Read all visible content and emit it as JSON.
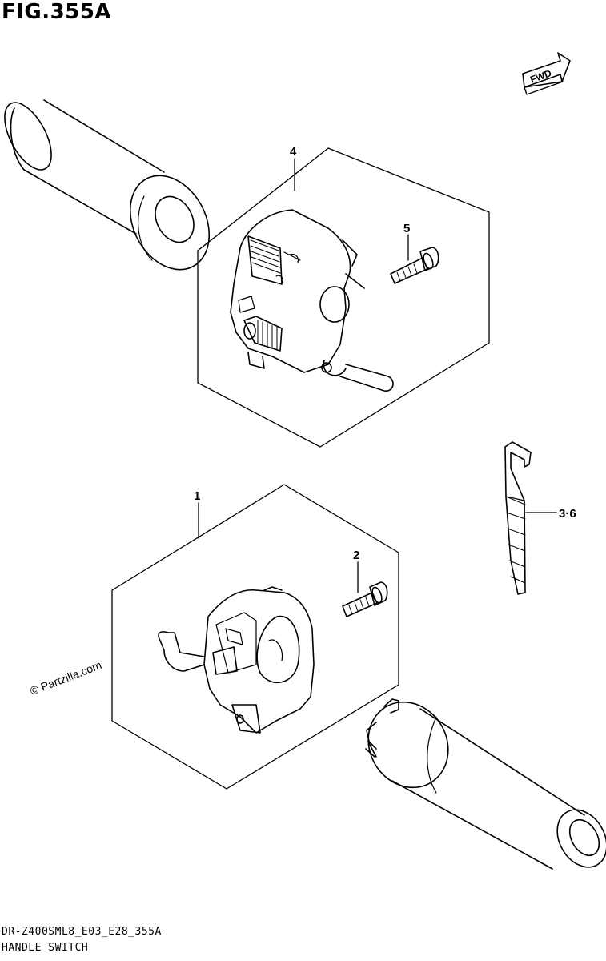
{
  "figure": {
    "title": "FIG.355A",
    "fwd_label": "FWD",
    "watermark": "© Partzilla.com"
  },
  "callouts": [
    {
      "id": "part-1",
      "label": "1"
    },
    {
      "id": "part-2",
      "label": "2"
    },
    {
      "id": "part-3-6",
      "label": "3·6"
    },
    {
      "id": "part-4",
      "label": "4"
    },
    {
      "id": "part-5",
      "label": "5"
    }
  ],
  "parts": [
    {
      "ref": "1",
      "name": "left-handle-switch"
    },
    {
      "ref": "2",
      "name": "left-switch-screw"
    },
    {
      "ref": "3·6",
      "name": "cable-tie"
    },
    {
      "ref": "4",
      "name": "right-handle-switch"
    },
    {
      "ref": "5",
      "name": "right-switch-screw"
    }
  ],
  "footer": {
    "code": "DR-Z400SML8_E03_E28_355A",
    "name": "HANDLE SWITCH"
  },
  "colors": {
    "line": "#000000",
    "background": "#ffffff"
  }
}
